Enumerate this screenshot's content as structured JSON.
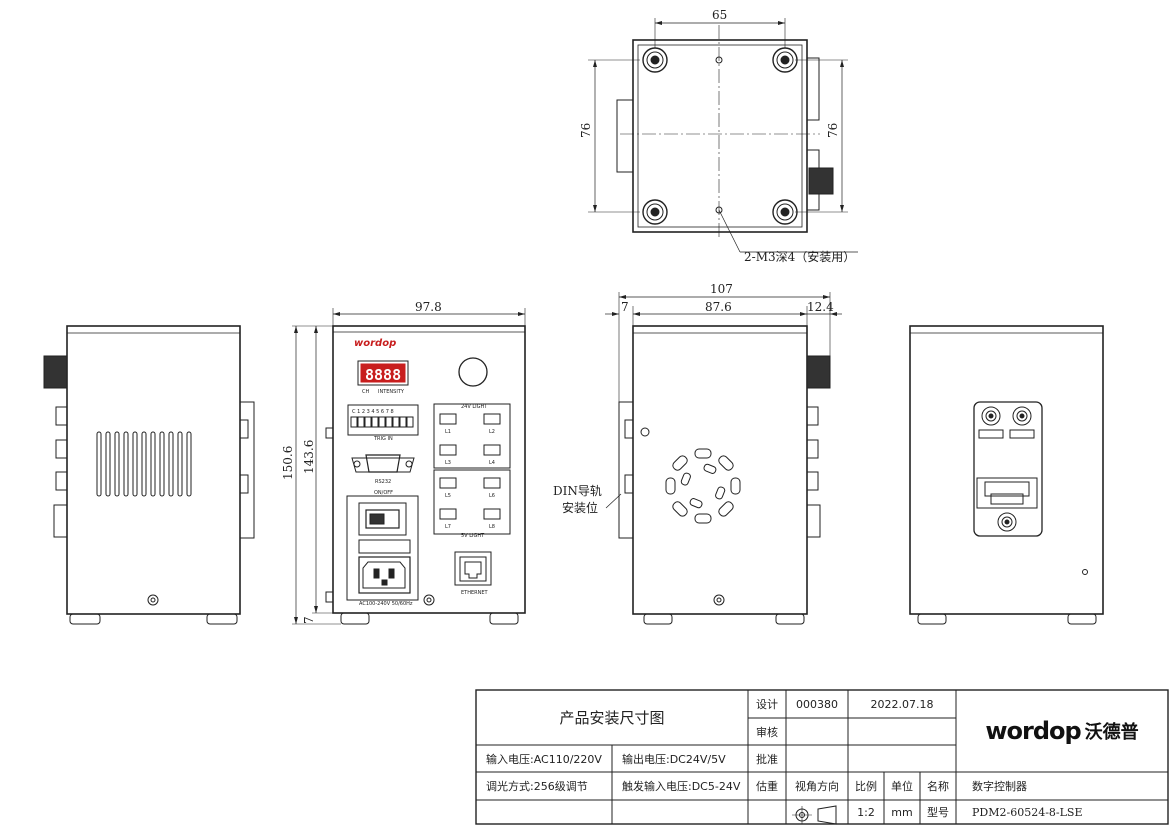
{
  "dimensions": {
    "top_width": "65",
    "top_height_left": "76",
    "top_height_right": "76",
    "mount_note": "2-M3深4（安装用）",
    "front_width": "97.8",
    "front_height_total": "150.6",
    "front_height_body": "143.6",
    "front_foot": "7",
    "side_total": "107",
    "side_left": "7",
    "side_body": "87.6",
    "side_right": "12.4",
    "din_label_1": "DIN导轨",
    "din_label_2": "安装位"
  },
  "front_panel": {
    "brand": "wordop",
    "display": "8888",
    "ch": "CH",
    "intensity": "INTENSITY",
    "trig_pins": "C 1 2 3 4 5 6 7 8",
    "trig_in": "TRIG IN",
    "rs232": "RS232",
    "onoff": "ON/OFF",
    "ac_label": "AC100-240V 50/60Hz",
    "light_24v": "24V LIGHT",
    "light_5v": "5V LIGHT",
    "ethernet": "ETHERNET",
    "channels": [
      "L1",
      "L2",
      "L3",
      "L4",
      "L5",
      "L6",
      "L7",
      "L8"
    ]
  },
  "title_block": {
    "title": "产品安装尺寸图",
    "design_label": "设计",
    "design_value": "000380",
    "date": "2022.07.18",
    "review_label": "审核",
    "approve_label": "批准",
    "estimate_label": "估重",
    "input_voltage": "输入电压:AC110/220V",
    "output_voltage": "输出电压:DC24V/5V",
    "dimming": "调光方式:256级调节",
    "trigger_voltage": "触发输入电压:DC5-24V",
    "view_label": "视角方向",
    "scale_label": "比例",
    "scale_value": "1:2",
    "unit_label": "单位",
    "unit_value": "mm",
    "name_label": "名称",
    "name_value": "数字控制器",
    "model_label": "型号",
    "model_value": "PDM2-60524-8-LSE",
    "logo_text": "wordop",
    "logo_cn": "沃德普"
  }
}
